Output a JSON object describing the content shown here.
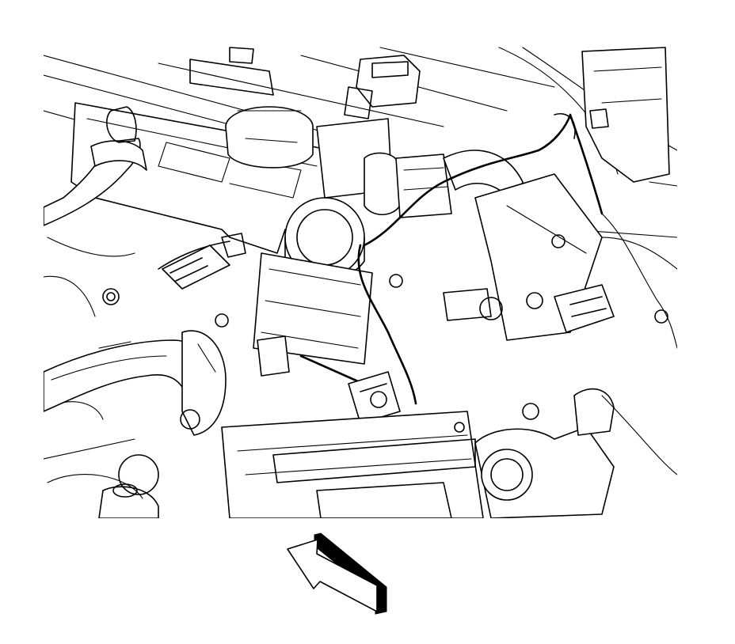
{
  "illustration": {
    "subject": "engine-compartment-line-drawing",
    "line_color": "#000000",
    "background_color": "#ffffff",
    "has_text_labels": false
  },
  "view_arrow": {
    "icon": "view-direction-arrow-icon",
    "points_toward": "upper-left",
    "style": "outlined-arrow-with-black-drop-shadow"
  }
}
